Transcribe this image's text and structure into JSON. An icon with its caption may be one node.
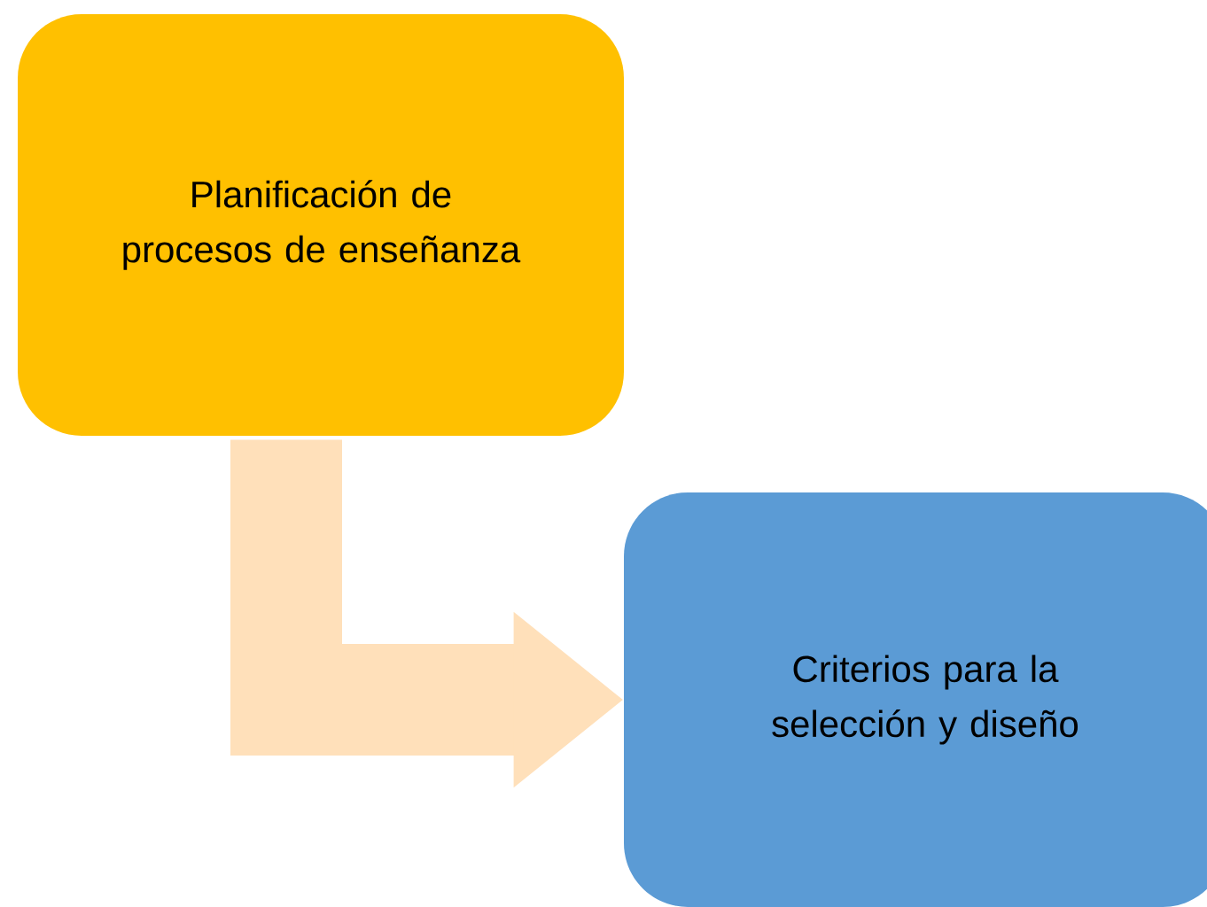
{
  "diagram": {
    "nodes": [
      {
        "text": [
          "Planificación de procesos de enseñanza"
        ]
      },
      {
        "text": [
          "Criterios para la selección y diseño"
        ]
      }
    ],
    "edges": [
      {
        "from": 0,
        "to": 1,
        "arrow": "to"
      }
    ]
  }
}
